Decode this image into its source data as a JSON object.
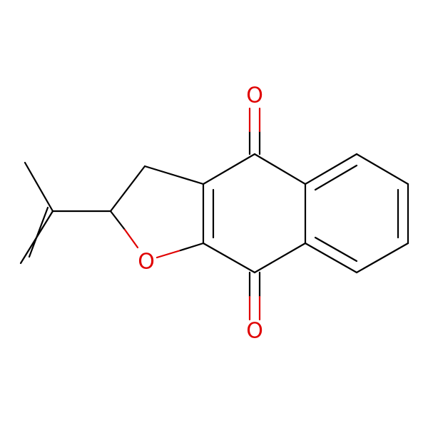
{
  "atoms": {
    "o_top": "O",
    "o_ring": "O",
    "o_bottom": "O"
  },
  "colors": {
    "bond": "#000000",
    "oxygen": "#e00000",
    "background": "#ffffff"
  }
}
